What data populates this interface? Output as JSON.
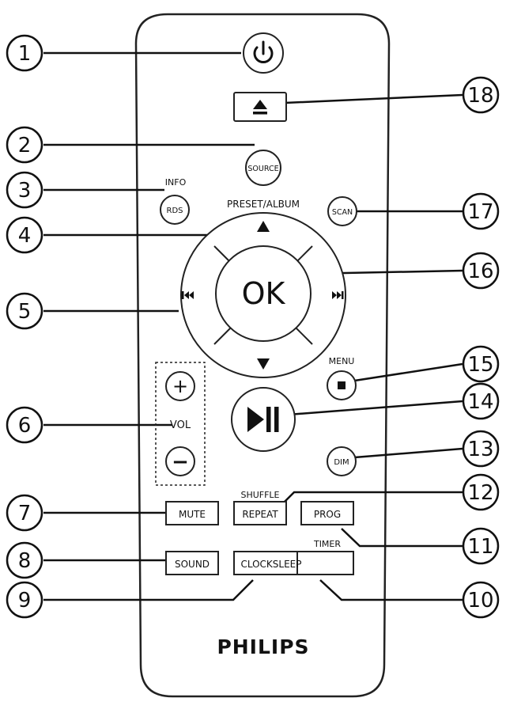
{
  "buttons": {
    "source": "SOURCE",
    "info": "INFO",
    "rds": "RDS",
    "scan": "SCAN",
    "preset_album": "PRESET/ALBUM",
    "ok": "OK",
    "menu": "MENU",
    "vol": "VOL",
    "vol_plus": "+",
    "vol_minus": "−",
    "dim": "DIM",
    "shuffle": "SHUFFLE",
    "mute": "MUTE",
    "repeat": "REPEAT",
    "prog": "PROG",
    "timer": "TIMER",
    "sound": "SOUND",
    "clocksleep": "CLOCKSLEEP"
  },
  "brand": "PHILIPS",
  "callouts": [
    "1",
    "2",
    "3",
    "4",
    "5",
    "6",
    "7",
    "8",
    "9",
    "10",
    "11",
    "12",
    "13",
    "14",
    "15",
    "16",
    "17",
    "18"
  ]
}
